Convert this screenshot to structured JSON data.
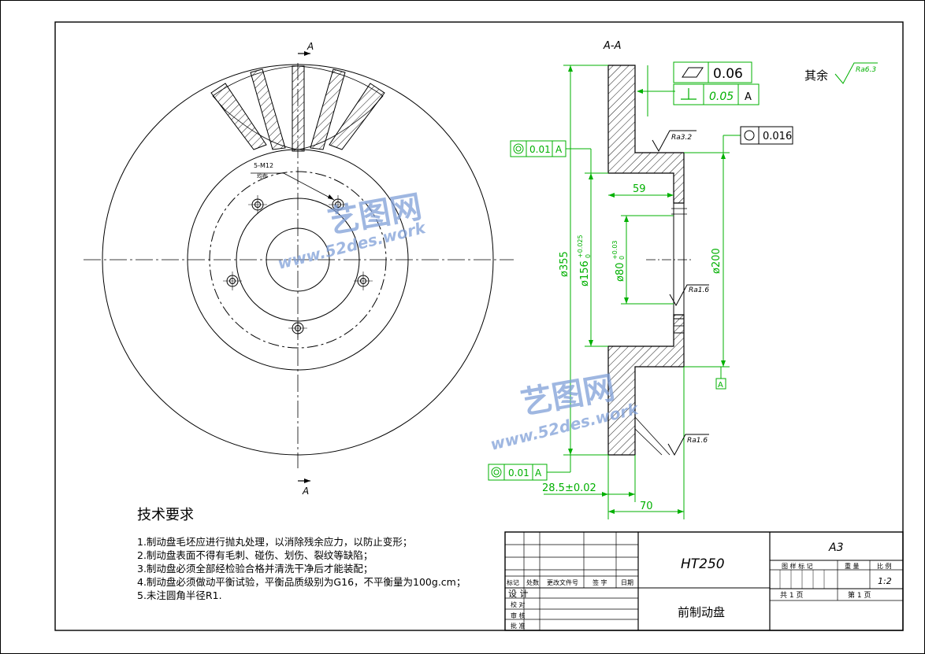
{
  "section": {
    "title": "A-A",
    "cut_label_top": "A",
    "cut_label_bottom": "A"
  },
  "front_view": {
    "bolt_callout": "5-M12",
    "bolt_callout_sub": "均布"
  },
  "gdt": {
    "flatness": "0.06",
    "perpendicularity": "0.05",
    "perpendicularity_datum": "A",
    "circularity": "0.016",
    "runout_top": "0.01",
    "runout_top_datum": "A",
    "runout_bottom": "0.01",
    "runout_bottom_datum": "A",
    "datum_flag": "A"
  },
  "surface": {
    "general_label": "其余",
    "general_ra": "Ra6.3",
    "ra_top": "Ra3.2",
    "ra_mid": "Ra1.6",
    "ra_bottom": "Ra1.6"
  },
  "dimensions": {
    "d355": "ø355",
    "d156": "ø156",
    "d156_tol_upper": "+0.025",
    "d156_tol_lower": "0",
    "d80": "ø80",
    "d80_tol_upper": "+0.03",
    "d80_tol_lower": "0",
    "d200": "ø200",
    "len59": "59",
    "len28": "28.5±0.02",
    "len70": "70"
  },
  "notes": {
    "title": "技术要求",
    "items": [
      "1.制动盘毛坯应进行抛丸处理，以消除残余应力，以防止变形；",
      "2.制动盘表面不得有毛刺、碰伤、划伤、裂纹等缺陷；",
      "3.制动盘必须全部经检验合格并清洗干净后才能装配；",
      "4.制动盘必须做动平衡试验，平衡品质级别为G16，不平衡量为100g.cm；",
      "5.未注圆角半径R1."
    ]
  },
  "title_block": {
    "material": "HT250",
    "part_name": "前制动盘",
    "sheet_size": "A3",
    "h_mark": "标记",
    "h_count": "处数",
    "h_doc": "更改文件号",
    "h_sign": "签 字",
    "h_date": "日期",
    "r_design": "设 计",
    "r_check": "校 对",
    "r_review": "审 核",
    "r_approve": "批 准",
    "h_stage": "图 样 标 记",
    "h_weight": "重 量",
    "h_scale": "比 例",
    "scale": "1:2",
    "total_sheets": "共 1 页",
    "sheet_no": "第 1 页"
  },
  "watermark": {
    "text_cn": "艺图网",
    "text_url": "www.52des.work"
  },
  "colors": {
    "line": "#000000",
    "dimension": "#00b000",
    "watermark": "#7f9fd8"
  }
}
